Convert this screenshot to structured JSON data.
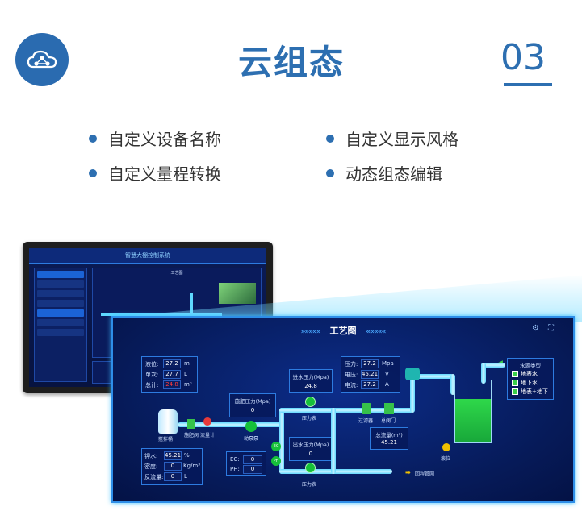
{
  "header": {
    "title": "云组态",
    "number": "03",
    "icon": "cloud-network-icon",
    "accent_color": "#2d6fb1"
  },
  "features": [
    "自定义设备名称",
    "自定义显示风格",
    "自定义量程转换",
    "动态组态编辑"
  ],
  "panel": {
    "title": "工艺图",
    "left_box": {
      "rows": [
        {
          "label": "液位:",
          "value": "27.2",
          "unit": "m"
        },
        {
          "label": "单次:",
          "value": "27.7",
          "unit": "L"
        },
        {
          "label": "总计:",
          "value": "24.8",
          "unit": "m³"
        }
      ]
    },
    "fert_box": {
      "title": "施肥压力(Mpa)",
      "value": "0"
    },
    "in_pressure_box": {
      "title": "进水压力(Mpa)",
      "value": "24.8"
    },
    "out_pressure_box": {
      "title": "出水压力(Mpa)",
      "value": "0"
    },
    "electric_box": {
      "rows": [
        {
          "label": "压力:",
          "value": "27.2",
          "unit": "Mpa"
        },
        {
          "label": "电压:",
          "value": "45.21",
          "unit": "V"
        },
        {
          "label": "电流:",
          "value": "27.2",
          "unit": "A"
        }
      ]
    },
    "flow_box": {
      "title": "总流量(m³)",
      "value": "45.21"
    },
    "ecph_box": {
      "rows": [
        {
          "label": "EC:",
          "value": "0"
        },
        {
          "label": "PH:",
          "value": "0"
        }
      ]
    },
    "bottom_left_box": {
      "rows": [
        {
          "label": "钾水:",
          "value": "45.21",
          "unit": "%"
        },
        {
          "label": "密度:",
          "value": "0",
          "unit": "Kg/m³"
        },
        {
          "label": "反流量:",
          "value": "0",
          "unit": "L"
        }
      ]
    },
    "water_source": {
      "title": "水源类型",
      "options": [
        "地表水",
        "地下水",
        "地表+地下"
      ]
    },
    "labels": {
      "tank": "搅拌桶",
      "valve": "施肥阀",
      "flowmeter": "流量计",
      "pump": "动泵泵",
      "pressure_gauge_top": "压力表",
      "pressure_gauge_bottom": "压力表",
      "filter": "过滤器",
      "main_valve": "总阀门",
      "return_pipe": "回程管网",
      "level": "液位",
      "ec": "EC",
      "ph": "PH"
    }
  },
  "monitor": {
    "screen_title": "智慧大棚控制系统",
    "screen_subtitle": "工艺图"
  }
}
